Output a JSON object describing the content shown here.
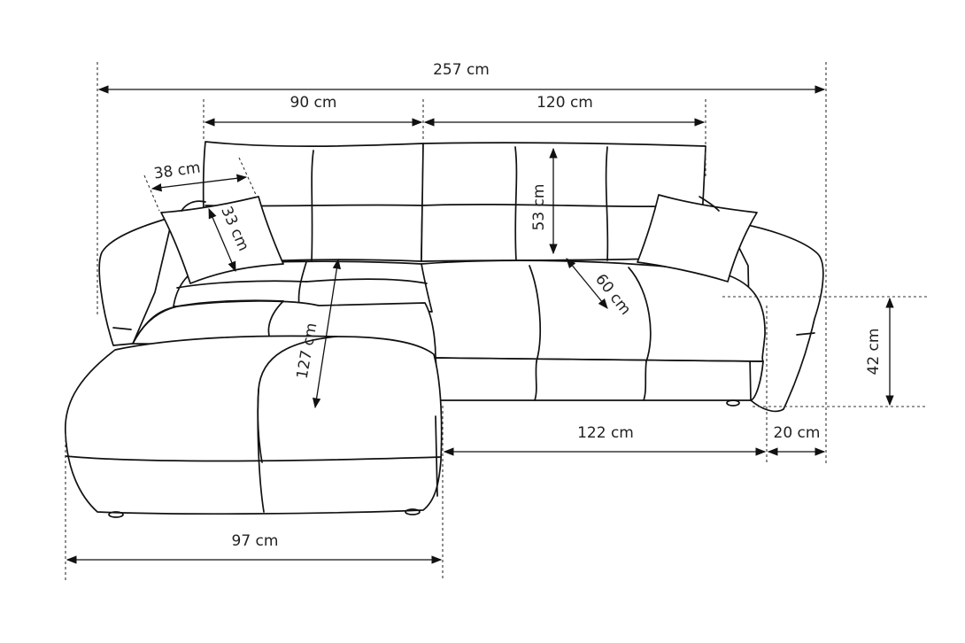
{
  "dimensions": {
    "total_width": "257 cm",
    "chaise_back_width": "90 cm",
    "main_back_width": "120 cm",
    "pillow_width": "38 cm",
    "pillow_height": "33 cm",
    "back_height": "53 cm",
    "seat_depth": "60 cm",
    "chaise_length": "127 cm",
    "seat_height": "42 cm",
    "main_seat_width": "122 cm",
    "armrest_width": "20 cm",
    "chaise_width": "97 cm"
  },
  "colors": {
    "line": "#111111",
    "background": "#ffffff"
  }
}
